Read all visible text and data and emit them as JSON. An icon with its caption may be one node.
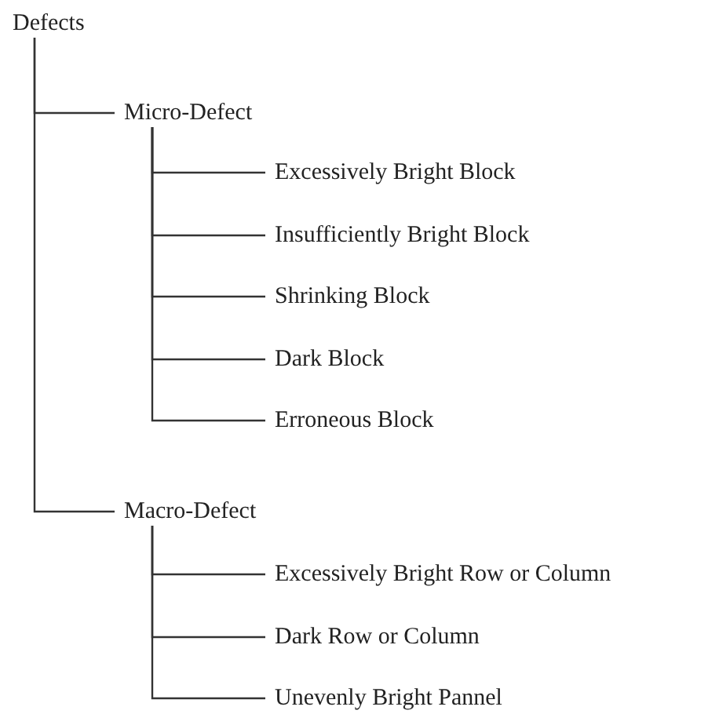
{
  "diagram": {
    "nodes": [
      {
        "text": [
          "Defects"
        ]
      },
      {
        "text": [
          "Micro-Defect"
        ]
      },
      {
        "text": [
          "Excessively Bright Block"
        ]
      },
      {
        "text": [
          "Insufficiently Bright Block"
        ]
      },
      {
        "text": [
          "Shrinking Block"
        ]
      },
      {
        "text": [
          "Dark Block"
        ]
      },
      {
        "text": [
          "Erroneous Block"
        ]
      },
      {
        "text": [
          "Macro-Defect"
        ]
      },
      {
        "text": [
          "Excessively Bright Row or Column"
        ]
      },
      {
        "text": [
          "Dark Row or Column"
        ]
      },
      {
        "text": [
          "Unevenly Bright Pannel"
        ]
      }
    ],
    "edges": [
      {
        "from": 0,
        "to": 1,
        "arrow": "none"
      },
      {
        "from": 1,
        "to": 2,
        "arrow": "none"
      },
      {
        "from": 1,
        "to": 3,
        "arrow": "none"
      },
      {
        "from": 1,
        "to": 4,
        "arrow": "none"
      },
      {
        "from": 1,
        "to": 5,
        "arrow": "none"
      },
      {
        "from": 1,
        "to": 6,
        "arrow": "none"
      },
      {
        "from": 0,
        "to": 7,
        "arrow": "none"
      },
      {
        "from": 7,
        "to": 8,
        "arrow": "none"
      },
      {
        "from": 7,
        "to": 9,
        "arrow": "none"
      },
      {
        "from": 7,
        "to": 10,
        "arrow": "none"
      }
    ]
  }
}
